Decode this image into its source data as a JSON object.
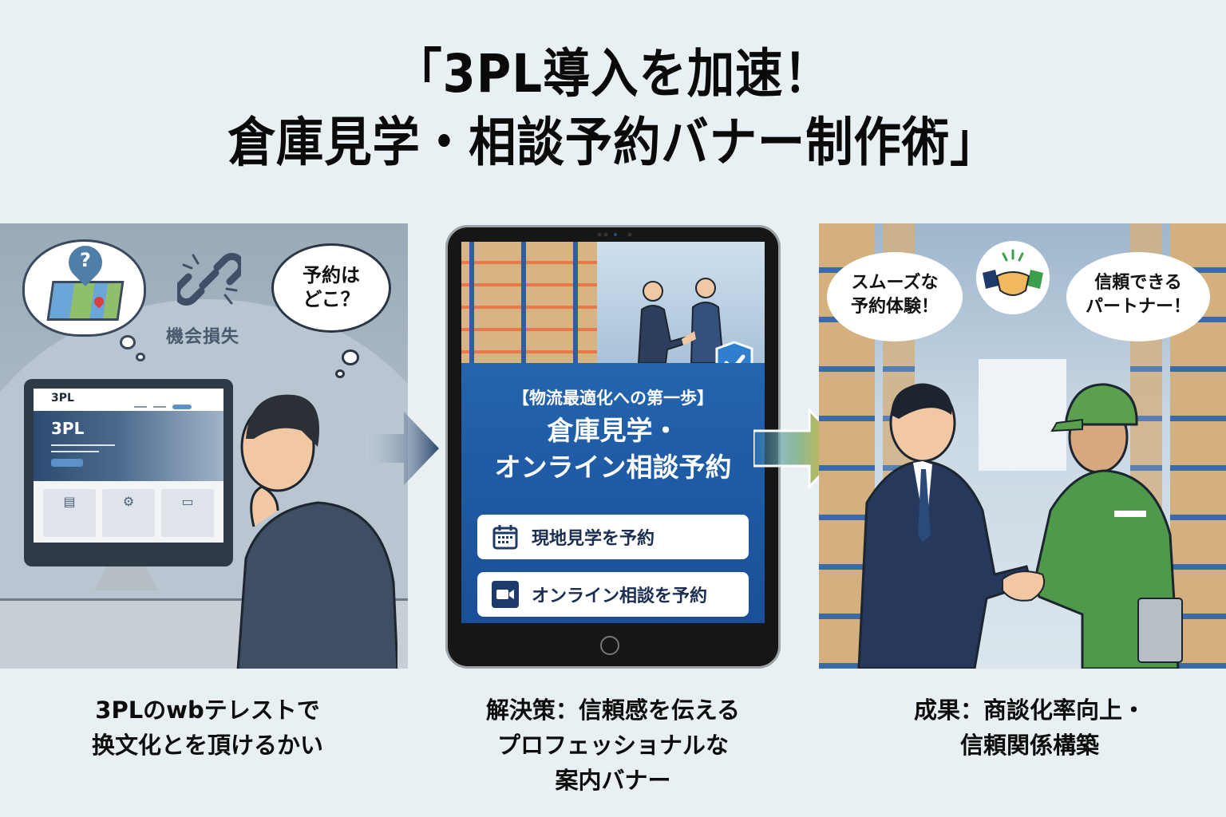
{
  "title": {
    "line1": "「3PL導入を加速！",
    "line2": "倉庫見学・相談予約バナー制作術」"
  },
  "left_panel": {
    "thought_icon": "map-question-pin-icon",
    "broken_link_icon": "broken-chain-icon",
    "loss_label": "機会損失",
    "speech_bubble": {
      "line1": "予約は",
      "line2": "どこ？"
    },
    "website": {
      "logo": "3PL",
      "hero_heading": "3PL",
      "card_icons": [
        "document-calendar-icon",
        "gear-icon",
        "computer-icon"
      ]
    }
  },
  "center_panel": {
    "banner_subtitle": "【物流最適化への第一歩】",
    "banner_title_line1": "倉庫見学・",
    "banner_title_line2": "オンライン相談予約",
    "buttons": [
      {
        "label": "現地見学を予約",
        "icon": "calendar-icon"
      },
      {
        "label": "オンライン相談を予約",
        "icon": "video-camera-icon"
      }
    ],
    "badge_icon": "shield-check-icon"
  },
  "right_panel": {
    "bubble_left": {
      "line1": "スムーズな",
      "line2": "予約体験！"
    },
    "bubble_right": {
      "line1": "信頼できる",
      "line2": "パートナー！"
    },
    "center_icon": "handshake-icon"
  },
  "captions": [
    {
      "line1": "3PLのwbテレストで",
      "line2": "换文化とを頂けるかい",
      "line3": ""
    },
    {
      "line1": "解決策：信頼感を伝える",
      "line2": "プロフェッショナルな",
      "line3": "案内バナー"
    },
    {
      "line1": "成果：商談化率向上・",
      "line2": "信頼関係構築",
      "line3": ""
    }
  ],
  "colors": {
    "background": "#e8f0f3",
    "banner_blue": "#1f56a0",
    "button_text": "#1b2d52",
    "arrow1_gradient": [
      "#c4d0dc",
      "#2f4a70"
    ],
    "arrow2_gradient": [
      "#3a8ec8",
      "#f0b820"
    ],
    "worker_green": "#4f9a4a"
  }
}
